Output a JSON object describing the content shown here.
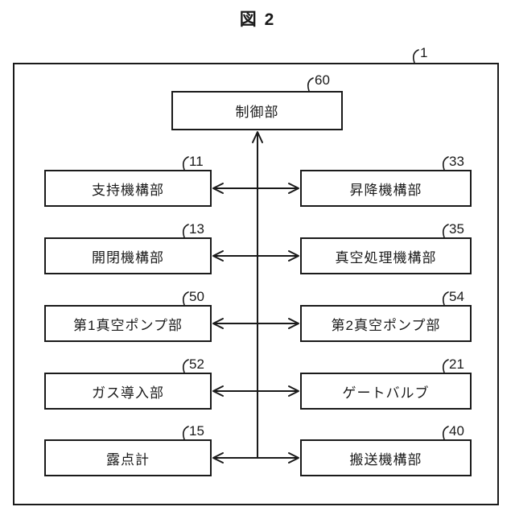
{
  "figure": {
    "title": "図 2",
    "frame_ref": "1"
  },
  "control": {
    "label": "制御部",
    "ref": "60"
  },
  "rows": [
    {
      "left": {
        "label": "支持機構部",
        "ref": "11"
      },
      "right": {
        "label": "昇降機構部",
        "ref": "33"
      }
    },
    {
      "left": {
        "label": "開閉機構部",
        "ref": "13"
      },
      "right": {
        "label": "真空処理機構部",
        "ref": "35"
      }
    },
    {
      "left": {
        "label": "第1真空ポンプ部",
        "ref": "50"
      },
      "right": {
        "label": "第2真空ポンプ部",
        "ref": "54"
      }
    },
    {
      "left": {
        "label": "ガス導入部",
        "ref": "52"
      },
      "right": {
        "label": "ゲートバルブ",
        "ref": "21"
      }
    },
    {
      "left": {
        "label": "露点計",
        "ref": "15"
      },
      "right": {
        "label": "搬送機構部",
        "ref": "40"
      }
    }
  ],
  "connections": {
    "style": "bidirectional-arrows-through-central-bus",
    "bus_target": "制御部"
  },
  "colors": {
    "ink": "#1a1a1a",
    "background": "#ffffff"
  }
}
